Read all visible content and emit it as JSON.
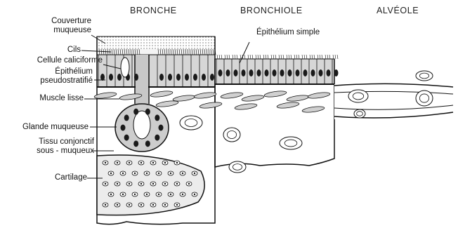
{
  "headers": {
    "bronche": "BRONCHE",
    "bronchiole": "BRONCHIOLE",
    "alveole": "ALVÉOLE"
  },
  "labels": {
    "couverture_line1": "Couverture",
    "couverture_line2": "muqueuse",
    "cils": "Cils",
    "cellule_caliciforme": "Cellule caliciforme",
    "epithelium_line1": "Épithélium",
    "epithelium_line2": "pseudostratifié",
    "muscle_lisse": "Muscle lisse",
    "glande_muqueuse": "Glande muqueuse",
    "tissu_line1": "Tissu conjonctif",
    "tissu_line2": "sous - muqueux",
    "cartilage": "Cartilage",
    "epithelium_simple": "Épithélium simple"
  },
  "colors": {
    "ink": "#111111",
    "nucleus": "#1a1a1a",
    "cell_fill": "#d4d4d4",
    "background": "#ffffff"
  }
}
